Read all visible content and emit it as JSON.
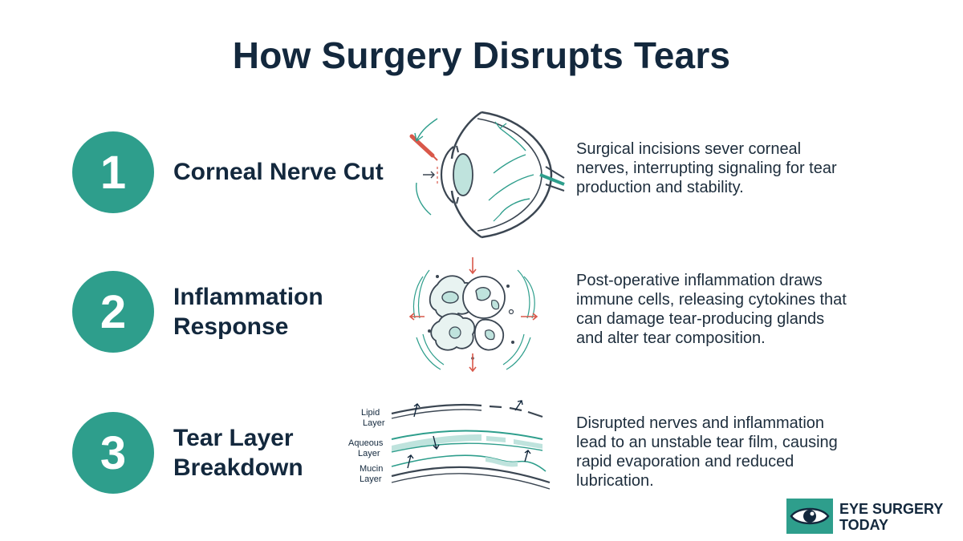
{
  "title": "How Surgery Disrupts Tears",
  "steps": [
    {
      "number": "1",
      "title_lines": [
        "Corneal Nerve Cut"
      ],
      "description_lines": [
        "Surgical incisions sever corneal",
        "nerves, interrupting signaling for tear",
        "production and stability."
      ],
      "illustration": "eye-cross-section-icon"
    },
    {
      "number": "2",
      "title_lines": [
        "Inflammation",
        "Response"
      ],
      "description_lines": [
        "Post-operative inflammation draws",
        "immune cells, releasing cytokines that",
        "can damage tear-producing glands",
        "and alter tear composition."
      ],
      "illustration": "immune-cells-icon"
    },
    {
      "number": "3",
      "title_lines": [
        "Tear Layer",
        "Breakdown"
      ],
      "description_lines": [
        "Disrupted nerves and inflammation",
        "lead to an unstable tear film, causing",
        "rapid evaporation and reduced",
        "lubrication."
      ],
      "illustration": "tear-film-layers-icon",
      "layer_labels": [
        {
          "line1": "Lipid",
          "line2": "Layer"
        },
        {
          "line1": "Aqueous",
          "line2": "Layer"
        },
        {
          "line1": "Mucin",
          "line2": "Layer"
        }
      ]
    }
  ],
  "logo": {
    "line1": "EYE SURGERY",
    "line2": "TODAY",
    "icon": "eye-logo-icon"
  },
  "colors": {
    "accent": "#2e9e8c",
    "accent_light": "#bfe3dd",
    "text_dark": "#13283d",
    "line_dark": "#3b4652",
    "arrow_red": "#d9584a"
  }
}
